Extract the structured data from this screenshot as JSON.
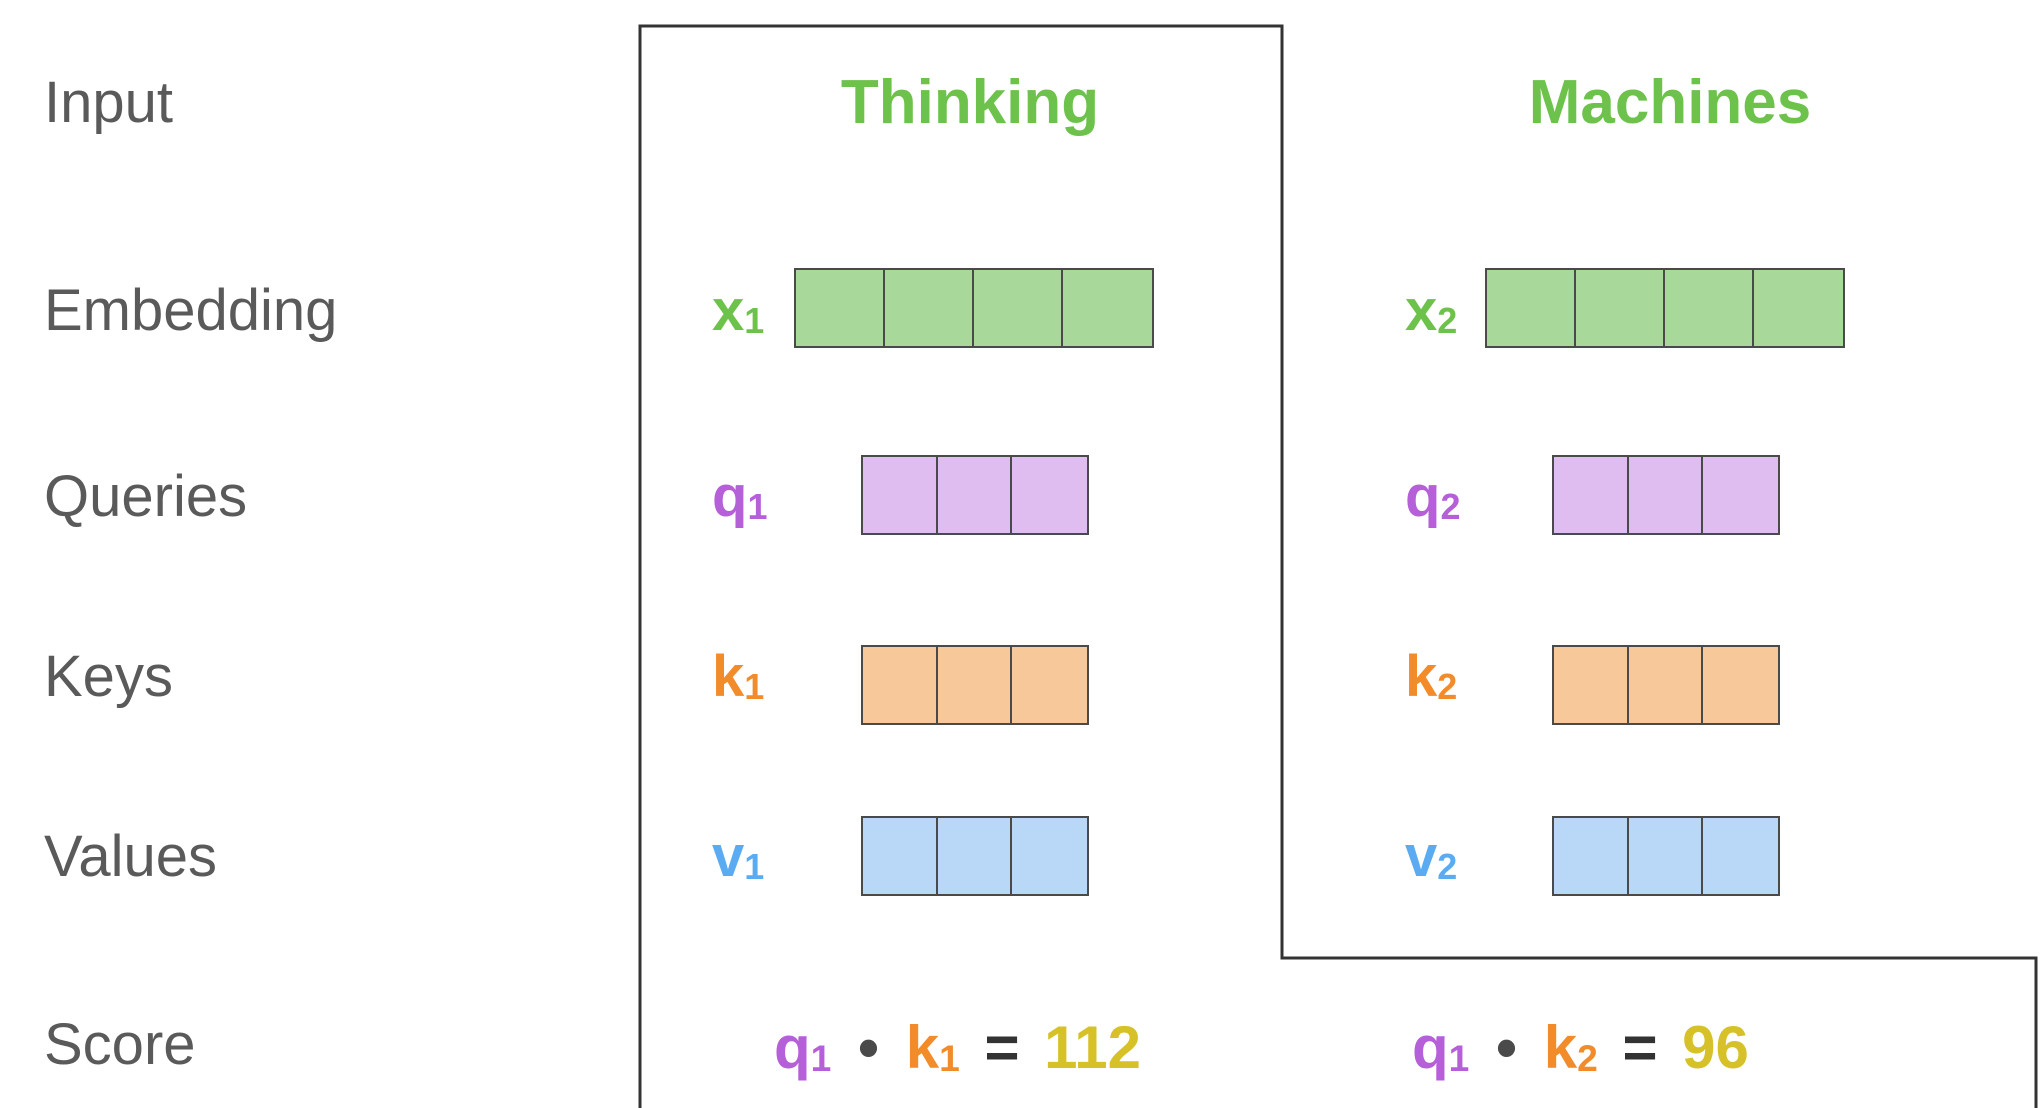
{
  "row_labels": {
    "input": "Input",
    "embedding": "Embedding",
    "queries": "Queries",
    "keys": "Keys",
    "values": "Values",
    "score": "Score"
  },
  "colors": {
    "word": "#6cc24a",
    "embedding": "#6cc24a",
    "embedding_fill": "#a8d99a",
    "query": "#b55fd8",
    "query_fill": "#e0bdf0",
    "key": "#f28b2a",
    "key_fill": "#f7c99a",
    "value": "#5aabf2",
    "value_fill": "#b9d8f8",
    "score_value": "#d6c228",
    "frame": "#333333"
  },
  "columns": [
    {
      "word": "Thinking",
      "embedding": {
        "letter": "x",
        "sub": "1",
        "cells": 4
      },
      "query": {
        "letter": "q",
        "sub": "1",
        "cells": 3
      },
      "key": {
        "letter": "k",
        "sub": "1",
        "cells": 3
      },
      "value": {
        "letter": "v",
        "sub": "1",
        "cells": 3
      },
      "score": {
        "q": "q",
        "q_sub": "1",
        "dot": "•",
        "k": "k",
        "k_sub": "1",
        "eq": "=",
        "value": "112"
      }
    },
    {
      "word": "Machines",
      "embedding": {
        "letter": "x",
        "sub": "2",
        "cells": 4
      },
      "query": {
        "letter": "q",
        "sub": "2",
        "cells": 3
      },
      "key": {
        "letter": "k",
        "sub": "2",
        "cells": 3
      },
      "value": {
        "letter": "v",
        "sub": "2",
        "cells": 3
      },
      "score": {
        "q": "q",
        "q_sub": "1",
        "dot": "•",
        "k": "k",
        "k_sub": "2",
        "eq": "=",
        "value": "96"
      }
    }
  ]
}
